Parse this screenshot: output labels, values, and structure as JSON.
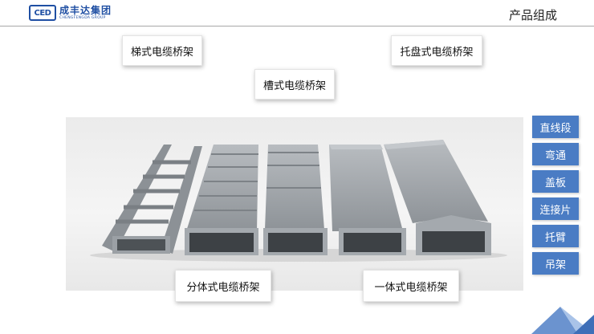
{
  "logo": {
    "mark": "CED",
    "name_cn": "成丰达集团",
    "name_en": "CHENGFENGDA GROUP"
  },
  "page_title": "产品组成",
  "labels": {
    "ladder": "梯式电缆桥架",
    "tray": "托盘式电缆桥架",
    "trough": "槽式电缆桥架",
    "split": "分体式电缆桥架",
    "integral": "一体式电缆桥架"
  },
  "side_nav": [
    "直线段",
    "弯通",
    "盖板",
    "连接片",
    "托臂",
    "吊架"
  ],
  "colors": {
    "brand": "#1f4fa3",
    "nav_bg": "#4a7cc4",
    "tray_metal": "#9aa0a6"
  }
}
